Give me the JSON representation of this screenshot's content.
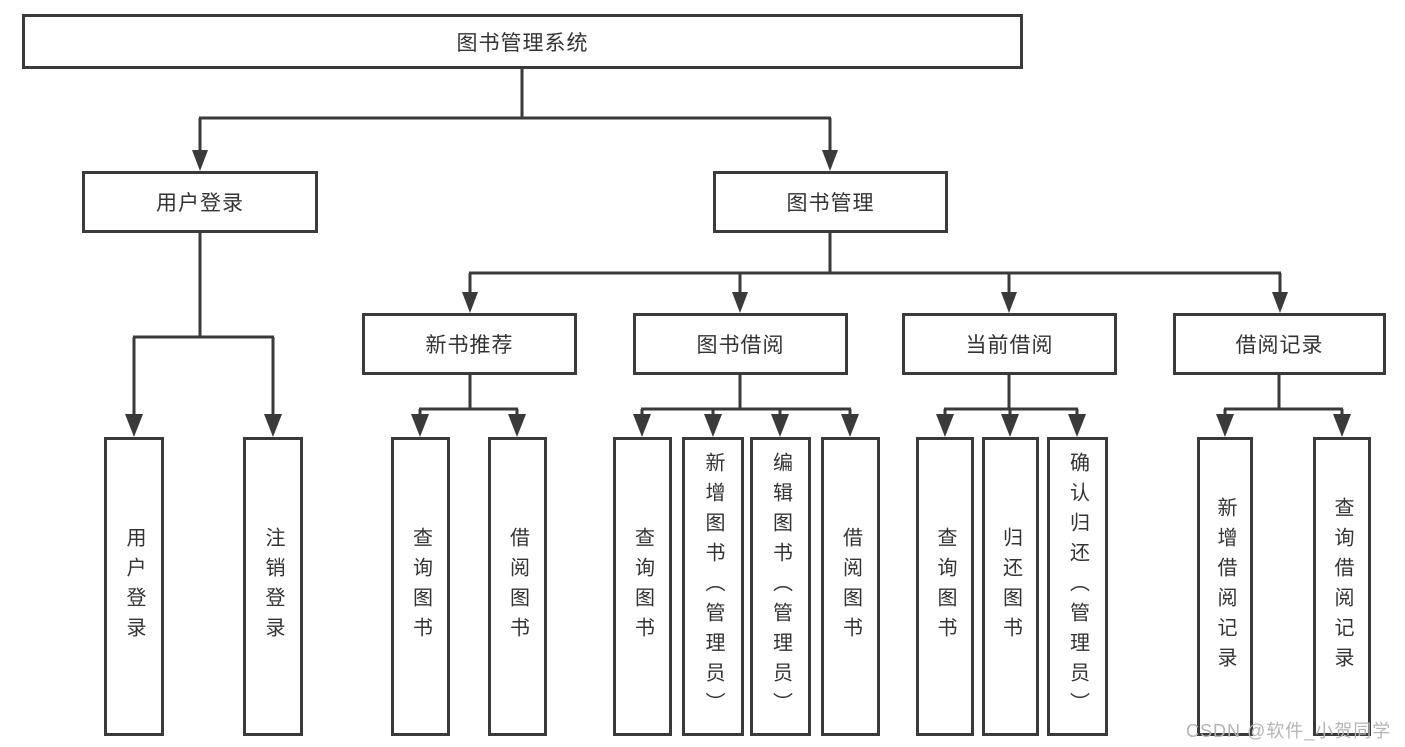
{
  "diagram": {
    "type": "tree",
    "orientation": "top-down",
    "colors": {
      "line": "#3a3a3a",
      "text": "#333333",
      "box_bg": "#ffffff",
      "watermark": "#b5b5b5",
      "background": "#ffffff"
    },
    "tree": {
      "label": "图书管理系统",
      "children": [
        {
          "label": "用户登录",
          "children": [
            {
              "label": "用户登录"
            },
            {
              "label": "注销登录"
            }
          ]
        },
        {
          "label": "图书管理",
          "children": [
            {
              "label": "新书推荐",
              "children": [
                {
                  "label": "查询图书"
                },
                {
                  "label": "借阅图书"
                }
              ]
            },
            {
              "label": "图书借阅",
              "children": [
                {
                  "label": "查询图书"
                },
                {
                  "label": "新增图书（管理员）"
                },
                {
                  "label": "编辑图书（管理员）"
                },
                {
                  "label": "借阅图书"
                }
              ]
            },
            {
              "label": "当前借阅",
              "children": [
                {
                  "label": "查询图书"
                },
                {
                  "label": "归还图书"
                },
                {
                  "label": "确认归还（管理员）"
                }
              ]
            },
            {
              "label": "借阅记录",
              "children": [
                {
                  "label": "新增借阅记录"
                },
                {
                  "label": "查询借阅记录"
                }
              ]
            }
          ]
        }
      ]
    }
  },
  "watermark": "CSDN @软件_小贺同学"
}
